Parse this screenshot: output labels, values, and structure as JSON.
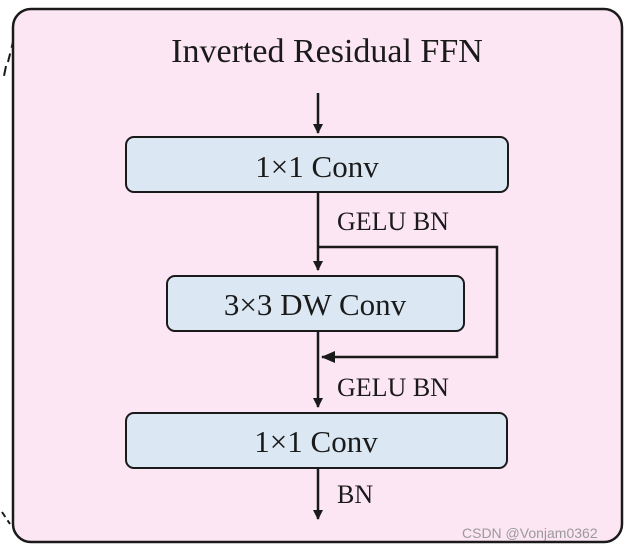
{
  "diagram": {
    "title": "Inverted Residual FFN",
    "blocks": [
      {
        "label": "1×1 Conv"
      },
      {
        "label": "3×3 DW Conv"
      },
      {
        "label": "1×1 Conv"
      }
    ],
    "edge_labels": {
      "after_first": "GELU BN",
      "after_residual": "GELU BN",
      "output": "BN"
    }
  },
  "watermark": "CSDN @Vonjam0362",
  "colors": {
    "panel_fill": "#fde6f3",
    "block_fill": "#dbe8f3",
    "stroke": "#1a1a1a",
    "text": "#1a1a1a"
  }
}
